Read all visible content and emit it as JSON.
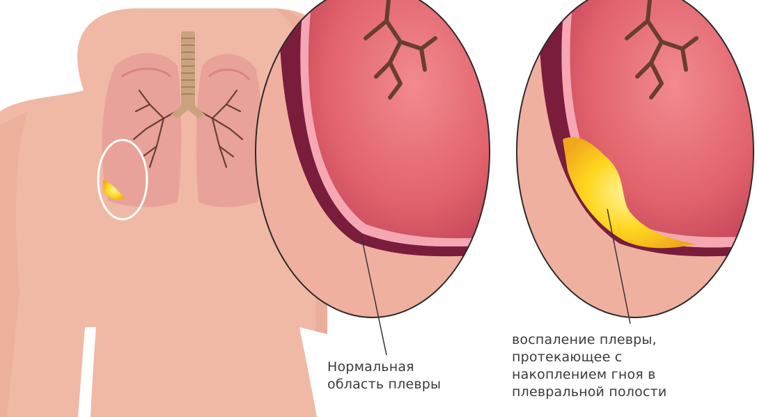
{
  "colors": {
    "body": "#f0b9a5",
    "lung": "#e8a29a",
    "trachea": "#c9a27e",
    "lung_tissue": "#e46a72",
    "pleura_dark": "#7a1d3d",
    "pleura_light": "#f5a7b3",
    "pus": "#ffd21f",
    "bronchi": "#6a3d31"
  },
  "icons": [
    "body-silhouette-icon",
    "lungs-icon",
    "trachea-icon",
    "highlight-circle-icon",
    "magnified-lens-icon"
  ],
  "labels": {
    "normal_pleura": {
      "lines": [
        "Нормальная",
        "область плевры"
      ]
    },
    "empyema": {
      "lines": [
        "воспаление плевры,",
        "протекающее с",
        "накоплением гноя в",
        "плевральной полости"
      ]
    }
  }
}
